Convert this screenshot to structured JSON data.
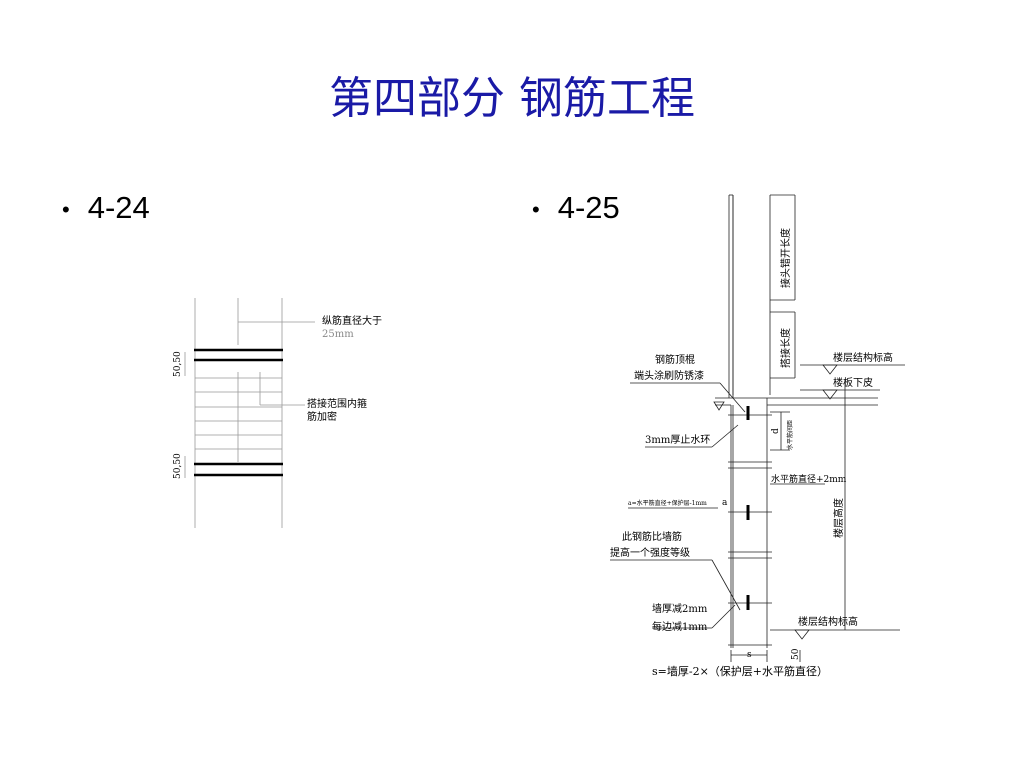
{
  "slide": {
    "title": "第四部分  钢筋工程",
    "bullets": [
      {
        "bullet": "•",
        "label": "4-24"
      },
      {
        "bullet": "•",
        "label": "4-25"
      }
    ]
  },
  "fig_4_24": {
    "note_rebar_diameter": "纵筋直径大于",
    "note_rebar_value": "25mm",
    "note_hoop_dense_1": "搭接范围内箍",
    "note_hoop_dense_2": "筋加密",
    "dim_top": "50,50",
    "dim_bottom": "50,50"
  },
  "fig_4_25": {
    "splice_stagger": "接头错开长度",
    "splice_length": "搭接长度",
    "floor_level_top": "楼层结构标高",
    "slab_bottom": "楼板下皮",
    "rebar_top_bar_1": "钢筋顶棍",
    "rebar_top_bar_2": "端头涂刷防锈漆",
    "water_stop_ring": "3mm厚止水环",
    "dim_d": "d",
    "horiz_spacing": "水平筋间距",
    "horiz_diameter": "水平筋直径+2mm",
    "formula_a": "a=水平筋直径+保护层-1mm",
    "label_a": "a",
    "story_height": "楼层高度",
    "wall_rebar_1": "此钢筋比墙筋",
    "wall_rebar_2": "提高一个强度等级",
    "wall_thick_1": "墙厚减2mm",
    "wall_thick_2": "每边减1mm",
    "floor_level_bottom": "楼层结构标高",
    "dim_s": "s",
    "dim_50": "50",
    "formula_s": "s=墙厚-2×（保护层+水平筋直径）"
  }
}
